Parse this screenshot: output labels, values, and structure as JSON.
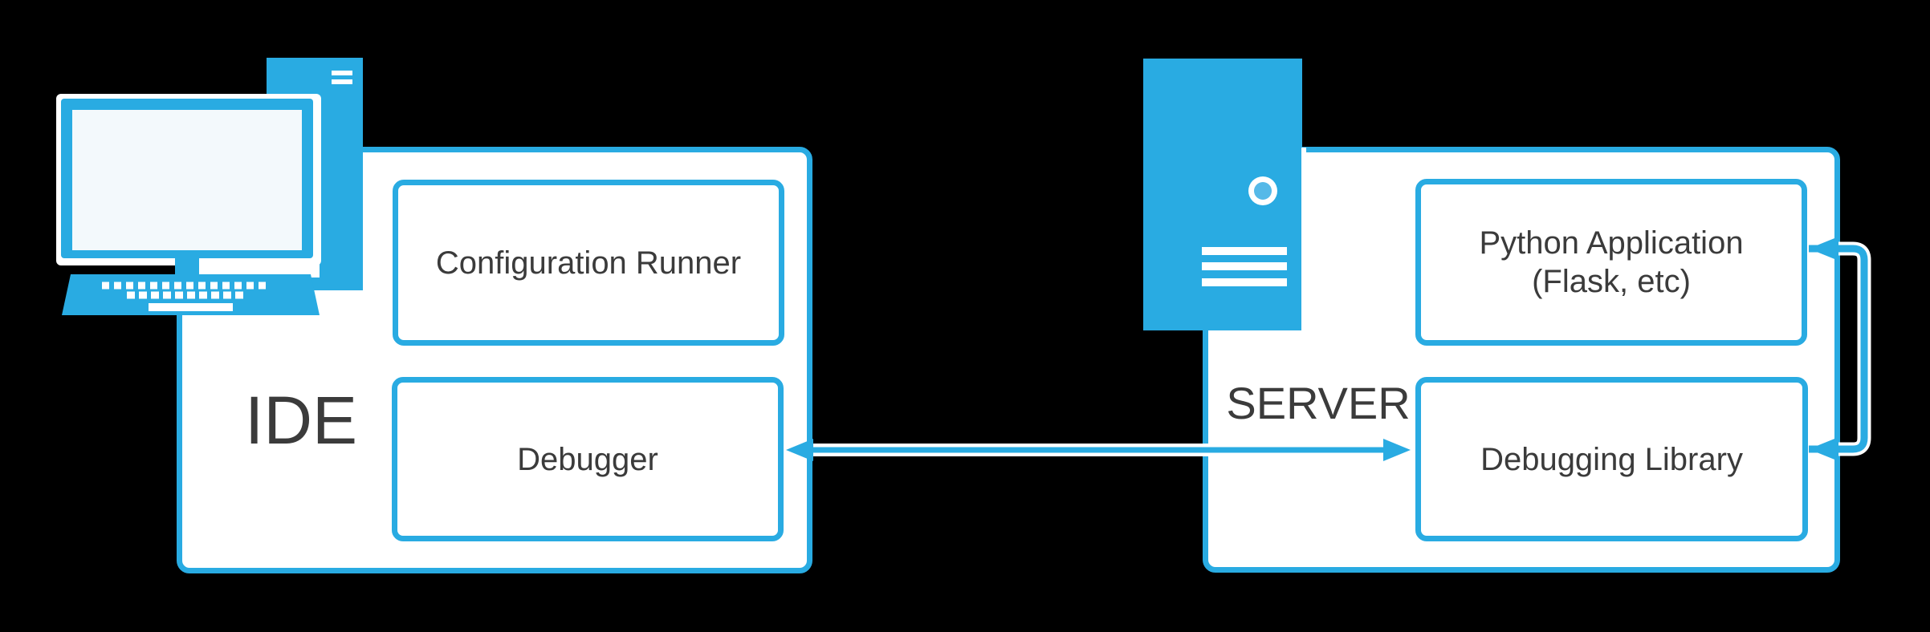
{
  "colors": {
    "background": "#000000",
    "accent_blue": "#29abe2",
    "accent_light_blue": "#55b9e8",
    "screen_fill": "#f3f9fc",
    "label_text": "#3b3b3b",
    "casing_white": "#ffffff"
  },
  "left_group": {
    "icon": "desktop-computer",
    "container_label": "IDE",
    "boxes": {
      "configuration_runner": {
        "label": "Configuration Runner"
      },
      "debugger": {
        "label": "Debugger"
      }
    }
  },
  "right_group": {
    "icon": "server-tower",
    "container_label": "SERVER",
    "boxes": {
      "python_application": {
        "label_line1": "Python Application",
        "label_line2": "(Flask, etc)"
      },
      "debugging_library": {
        "label": "Debugging Library"
      }
    }
  },
  "connections": {
    "debugger_link": {
      "from": "Debugger",
      "to": "Debugging Library",
      "style": "double-headed-arrow"
    },
    "server_internal_loop": {
      "from": "Python Application (Flask, etc)",
      "to": "Debugging Library",
      "style": "double-headed-loop-arrow"
    }
  }
}
